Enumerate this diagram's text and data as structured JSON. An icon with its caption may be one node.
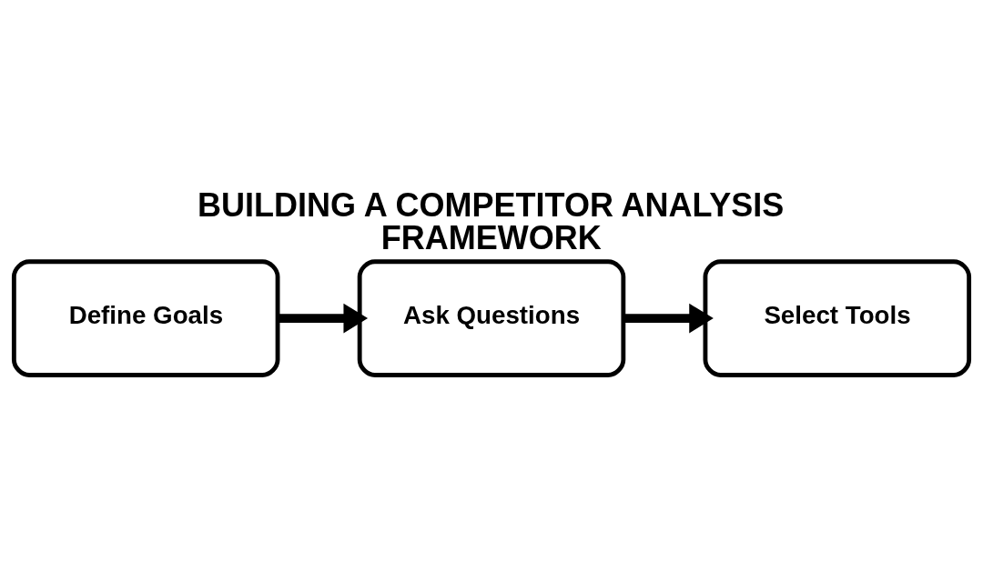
{
  "diagram": {
    "title": "BUILDING A COMPETITOR ANALYSIS FRAMEWORK",
    "nodes": [
      {
        "text": [
          "Define Goals"
        ]
      },
      {
        "text": [
          "Ask Questions"
        ]
      },
      {
        "text": [
          "Select Tools"
        ]
      }
    ],
    "edges": [
      {
        "from": 0,
        "to": 1,
        "arrow": "to"
      },
      {
        "from": 1,
        "to": 2,
        "arrow": "to"
      }
    ]
  }
}
